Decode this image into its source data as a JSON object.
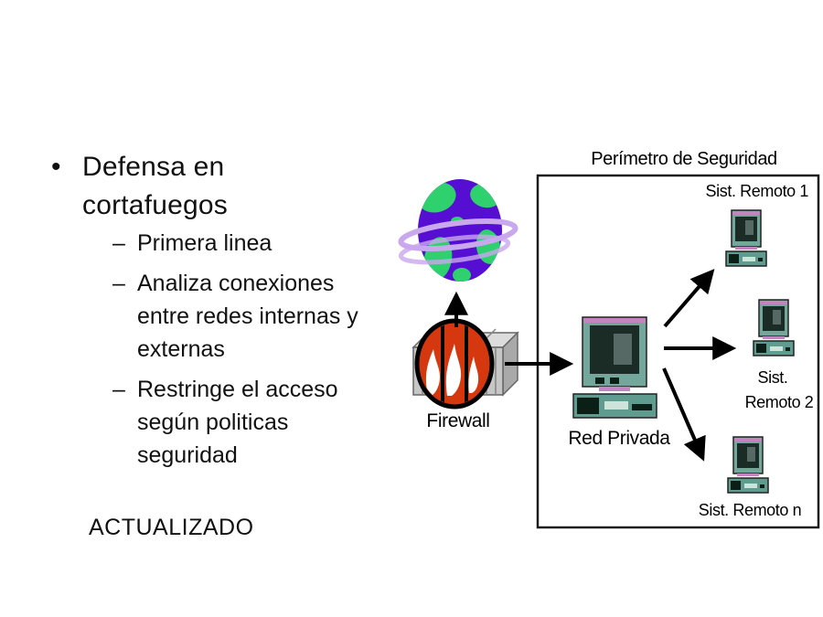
{
  "colors": {
    "ink": "#000000",
    "globe-purple": "#550ed2",
    "globe-green": "#2fd06e",
    "ring-lavender": "#c9a8ee",
    "firewall-red": "#d5380f",
    "box-gray": "#c6c6c6",
    "box-gray-top": "#dcdcdc",
    "box-gray-side": "#a9a9a9",
    "pc-teal": "#5f9c8f",
    "pc-shell": "#74a79b",
    "pc-screen": "#1b2b26",
    "pc-highlight": "#566964",
    "pc-dark": "#0b1f17",
    "pc-slot": "#cfe3da",
    "accent-purple": "#c285c2"
  },
  "bullets": {
    "main_marker": "•",
    "sub_marker": "–",
    "main": {
      "lines": [
        "Defensa en",
        "cortafuegos"
      ]
    },
    "subs": [
      {
        "lines": [
          "Primera linea"
        ]
      },
      {
        "lines": [
          "Analiza conexiones",
          "entre redes internas y",
          "externas"
        ]
      },
      {
        "lines": [
          "Restringe el acceso",
          "según politicas",
          "seguridad"
        ]
      }
    ]
  },
  "footer": "ACTUALIZADO",
  "diagram": {
    "perimeter_title": "Perímetro de Seguridad",
    "labels": {
      "firewall": "Firewall",
      "red_privada": "Red Privada",
      "remote1": "Sist. Remoto 1",
      "remote2_line1": "Sist.",
      "remote2_line2": "Remoto 2",
      "remote_n": "Sist. Remoto n"
    }
  }
}
